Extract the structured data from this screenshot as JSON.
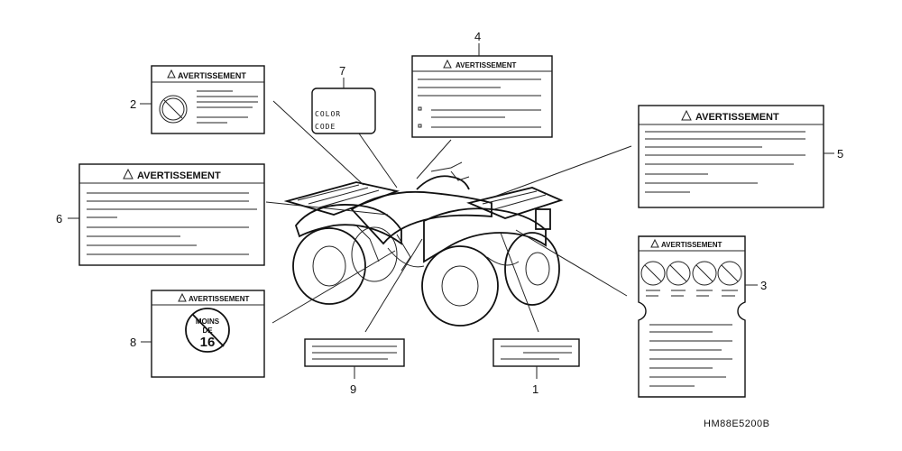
{
  "labels": {
    "warning_text": "AVERTISSEMENT",
    "color_code_line1": "COLOR",
    "color_code_line2": "CODE",
    "age_line1": "MOINS",
    "age_line2": "DE",
    "age_line3": "16"
  },
  "callouts": [
    "1",
    "2",
    "3",
    "4",
    "5",
    "6",
    "7",
    "8",
    "9"
  ],
  "diagram_code": "HM88E5200B",
  "colors": {
    "ink": "#111111",
    "background": "#ffffff"
  }
}
